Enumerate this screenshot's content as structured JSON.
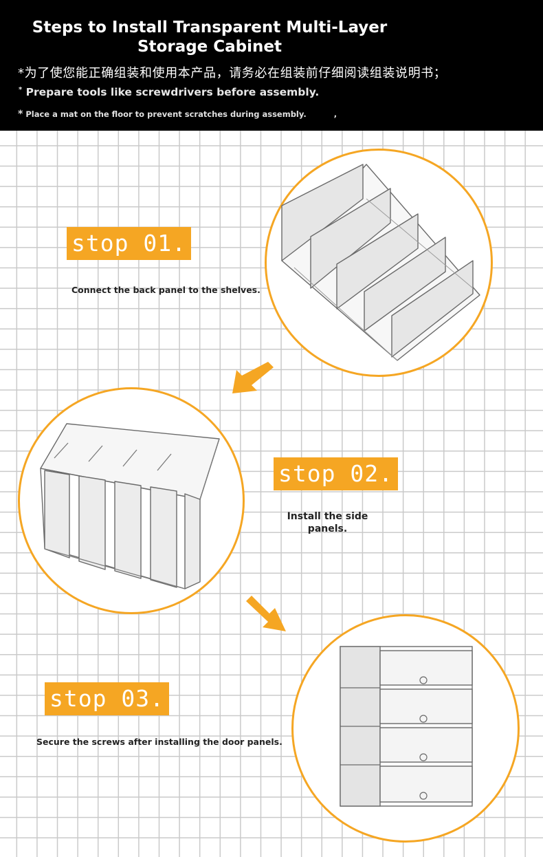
{
  "header": {
    "title_line1": "Steps to Install Transparent Multi-Layer",
    "title_line2": "Storage Cabinet",
    "line_cn": "*为了使您能正确组装和使用本产品，请务必在组装前仔细阅读组装说明书；",
    "line_en1": "Prepare tools like screwdrivers before assembly.",
    "line_en2": "Place a mat on the floor to prevent scratches during assembly.",
    "star": "*",
    "comma": ","
  },
  "steps": [
    {
      "label": "stop 01.",
      "description": "Connect the back panel to the shelves."
    },
    {
      "label": "stop 02.",
      "description_line1": "Install the side",
      "description_line2": "panels."
    },
    {
      "label": "stop 03.",
      "description": "Secure the screws after installing the door panels."
    }
  ],
  "colors": {
    "accent": "#f5a623",
    "header_bg": "#000000",
    "grid": "#c9c9c9"
  }
}
